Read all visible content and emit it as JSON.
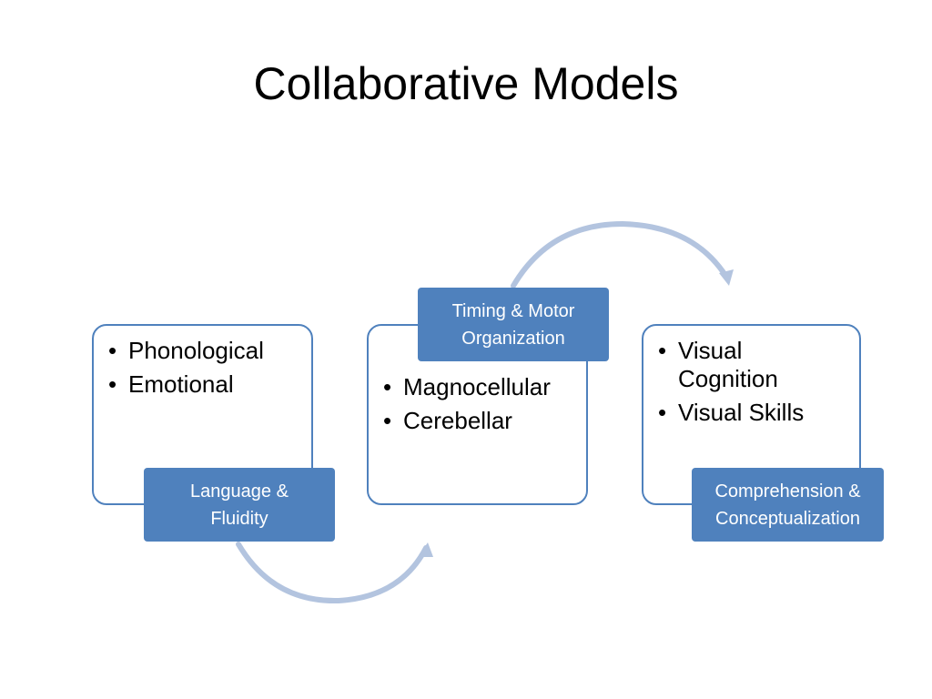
{
  "slide": {
    "title": "Collaborative Models"
  },
  "stages": [
    {
      "label": "Language &\nFluidity",
      "bullets": [
        "Phonological",
        "Emotional"
      ]
    },
    {
      "label": "Timing & Motor\nOrganization",
      "bullets": [
        "Magnocellular",
        "Cerebellar"
      ]
    },
    {
      "label": "Comprehension &\nConceptualization",
      "bullets": [
        "Visual\nCognition",
        "Visual Skills"
      ]
    }
  ],
  "bullet_glyph": "•",
  "colors": {
    "accent": "#4f81bd",
    "arrow": "#b3c4df",
    "label_text": "#ffffff"
  }
}
